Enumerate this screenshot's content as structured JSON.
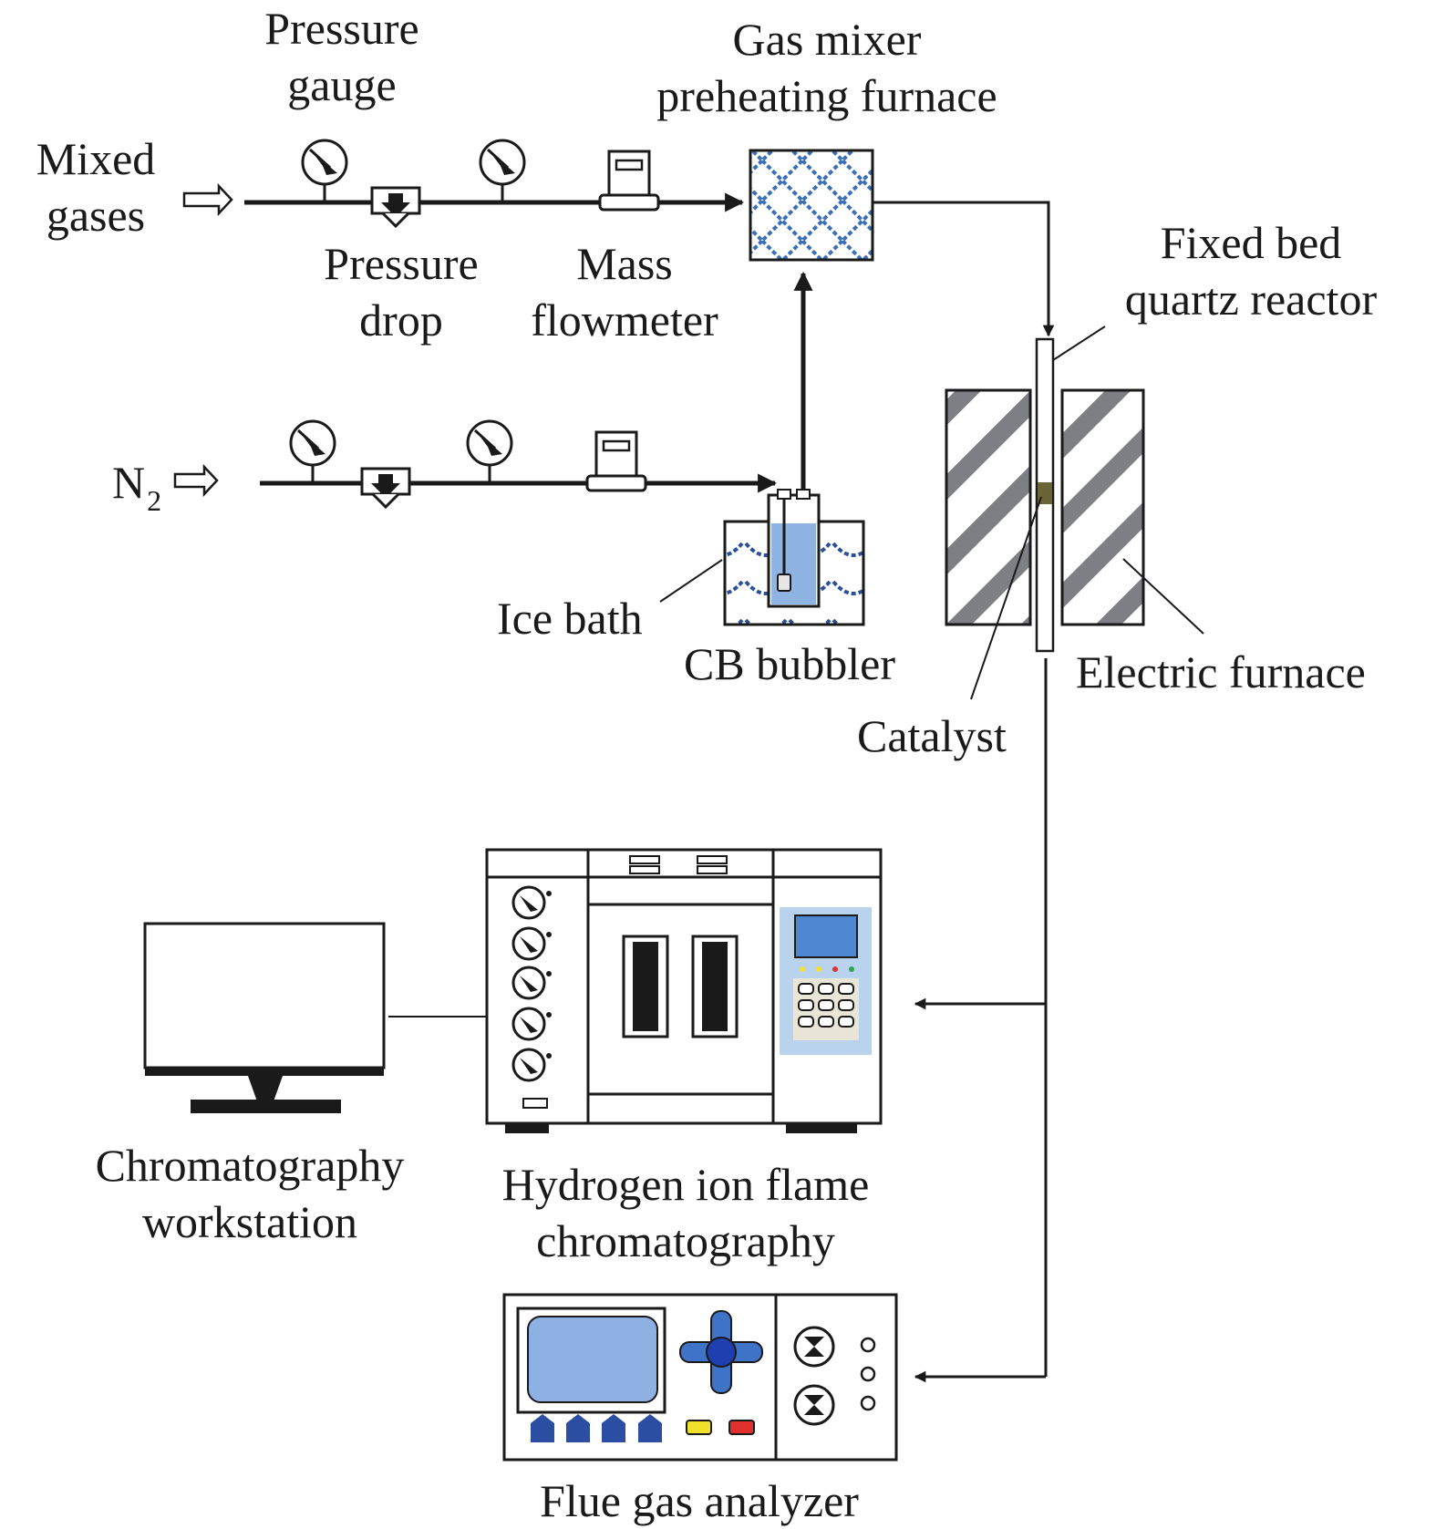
{
  "labels": {
    "pressure_gauge": [
      "Pressure",
      "gauge"
    ],
    "mixed_gases": [
      "Mixed",
      "gases"
    ],
    "pressure_drop": [
      "Pressure",
      "drop"
    ],
    "mass_flowmeter": [
      "Mass",
      "flowmeter"
    ],
    "gas_mixer": [
      "Gas mixer",
      "preheating furnace"
    ],
    "fixed_bed": [
      "Fixed bed",
      "quartz reactor"
    ],
    "n2_main": "N",
    "n2_sub": "2",
    "ice_bath": "Ice bath",
    "cb_bubbler": "CB bubbler",
    "electric_furnace": "Electric furnace",
    "catalyst": "Catalyst",
    "chrom_workstation": [
      "Chromatography",
      "workstation"
    ],
    "fid_chromatography": [
      "Hydrogen ion flame",
      "chromatography"
    ],
    "flue_gas_analyzer": "Flue gas analyzer"
  },
  "colors": {
    "line": "#1a1a1a",
    "mixer_pattern": "#3b6fb6",
    "ice_pattern": "#2b4f9a",
    "liquid": "#8fb3e3",
    "furnace_stripe": "#7d7f85",
    "catalyst": "#6b6436",
    "screen_blue": "#4f86d0",
    "panel_light_blue": "#b9d3ef",
    "analyzer_screen": "#8fb0e3",
    "dpad": "#3f73c7",
    "dpad_center": "#1f3fb0",
    "tab_blue": "#2b4ea3",
    "yellow_btn": "#f2e12b",
    "red_btn": "#e0302b"
  }
}
